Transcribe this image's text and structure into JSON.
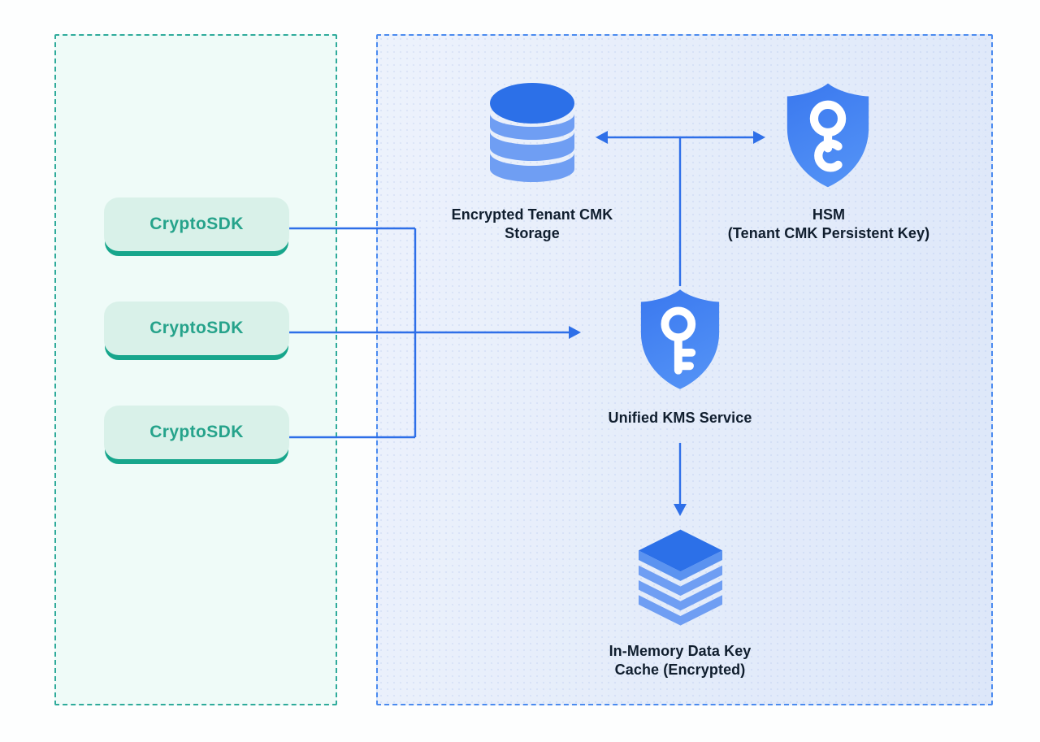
{
  "left_zone": {
    "clients": [
      {
        "label": "CryptoSDK"
      },
      {
        "label": "CryptoSDK"
      },
      {
        "label": "CryptoSDK"
      }
    ]
  },
  "right_zone": {
    "storage": {
      "line1": "Encrypted Tenant CMK",
      "line2": "Storage",
      "icon": "database-icon"
    },
    "hsm": {
      "line1": "HSM",
      "line2": "(Tenant CMK Persistent Key)",
      "icon": "shield-key-icon"
    },
    "kms": {
      "label": "Unified KMS Service",
      "icon": "shield-key-icon"
    },
    "cache": {
      "line1": "In-Memory Data Key",
      "line2": "Cache (Encrypted)",
      "icon": "stacked-layers-icon"
    }
  },
  "connections": [
    {
      "from": "cryptosdk-1",
      "to": "unified-kms-service",
      "style": "line-merge"
    },
    {
      "from": "cryptosdk-2",
      "to": "unified-kms-service",
      "style": "arrow"
    },
    {
      "from": "cryptosdk-3",
      "to": "unified-kms-service",
      "style": "line-merge"
    },
    {
      "from": "unified-kms-service",
      "to": "encrypted-tenant-cmk-storage",
      "style": "arrow"
    },
    {
      "from": "unified-kms-service",
      "to": "hsm",
      "style": "arrow"
    },
    {
      "from": "unified-kms-service",
      "to": "in-memory-data-key-cache",
      "style": "arrow"
    }
  ],
  "colors": {
    "connector_blue": "#2e6fe8",
    "shield_blue_top": "#3a78ef",
    "shield_blue_bottom": "#5190f5",
    "icon_dark_blue": "#2c70e8",
    "icon_mid_blue": "#5b93f0",
    "icon_light_blue": "#6f9ef3",
    "teal_border": "#2fab9b",
    "teal_text": "#26a38b",
    "teal_shadow": "#17a68c",
    "sdk_box_bg": "#d9f1e9",
    "left_panel_bg": "#effbf8",
    "right_panel_border": "#4b8bef",
    "label_text": "#101e2e"
  }
}
